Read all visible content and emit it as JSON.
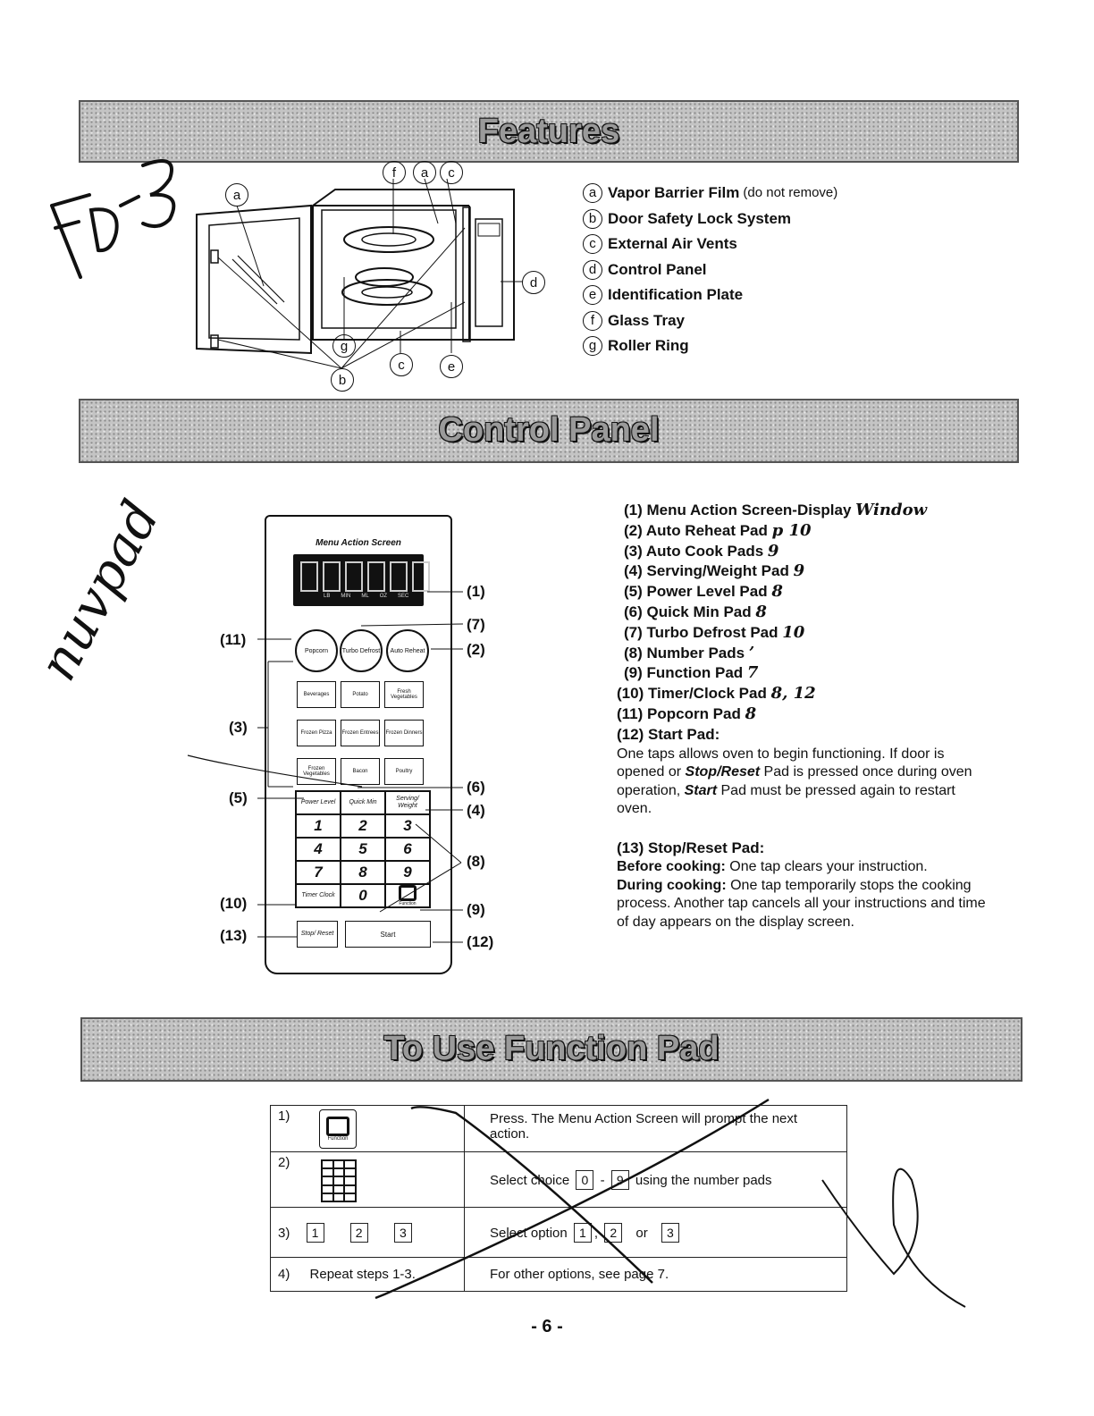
{
  "sections": {
    "features_title": "Features",
    "control_panel_title": "Control Panel",
    "function_pad_title": "To Use Function Pad"
  },
  "handwriting": {
    "page_code": "FD-3",
    "side_note": "nuvpad"
  },
  "features": {
    "items": [
      {
        "letter": "a",
        "label": "Vapor Barrier Film",
        "note": "(do not remove)"
      },
      {
        "letter": "b",
        "label": "Door Safety Lock System",
        "note": ""
      },
      {
        "letter": "c",
        "label": "External Air Vents",
        "note": ""
      },
      {
        "letter": "d",
        "label": "Control Panel",
        "note": ""
      },
      {
        "letter": "e",
        "label": "Identification Plate",
        "note": ""
      },
      {
        "letter": "f",
        "label": "Glass Tray",
        "note": ""
      },
      {
        "letter": "g",
        "label": "Roller Ring",
        "note": ""
      }
    ],
    "diagram_callouts": [
      "f",
      "a",
      "c",
      "a",
      "d",
      "g",
      "b",
      "c",
      "e"
    ]
  },
  "control_panel": {
    "items": [
      {
        "label": "(1) Menu Action Screen-Display",
        "hand": "Window"
      },
      {
        "label": "(2) Auto Reheat Pad",
        "hand": "p 10"
      },
      {
        "label": "(3) Auto Cook Pads",
        "hand": "9"
      },
      {
        "label": "(4) Serving/Weight Pad",
        "hand": "9"
      },
      {
        "label": "(5) Power Level Pad",
        "hand": "8"
      },
      {
        "label": "(6) Quick Min Pad",
        "hand": "8"
      },
      {
        "label": "(7) Turbo Defrost Pad",
        "hand": "10"
      },
      {
        "label": "(8) Number Pads",
        "hand": "’"
      },
      {
        "label": "(9) Function Pad",
        "hand": "7"
      },
      {
        "label": "(10) Timer/Clock Pad",
        "hand": "8, 12"
      },
      {
        "label": "(11) Popcorn Pad",
        "hand": "8"
      },
      {
        "label": "(12) Start Pad:",
        "hand": ""
      }
    ],
    "start_pad_desc": {
      "t1": "One taps allows oven to begin functioning. If door is opened or ",
      "b1": "Stop/Reset",
      "t2": " Pad is pressed once during oven operation, ",
      "b2": "Start",
      "t3": " Pad must be pressed again to restart oven."
    },
    "stop_reset": {
      "heading": "(13) Stop/Reset Pad:",
      "before_label": "Before cooking:",
      "before_text": " One tap clears your instruction.",
      "during_label": "During cooking:",
      "during_text": " One tap temporarily stops the cooking process. Another tap cancels all your instructions and time of day appears on the display screen."
    },
    "panel": {
      "screen_label": "Menu Action Screen",
      "display_units": [
        "LB",
        "MIN",
        "ML",
        "OZ",
        "SEC"
      ],
      "top_pads": [
        "Popcorn",
        "Turbo Defrost",
        "Auto Reheat"
      ],
      "cook_rows": [
        [
          "Beverages",
          "Potato",
          "Fresh Vegetables"
        ],
        [
          "Frozen Pizza",
          "Frozen Entrees",
          "Frozen Dinners"
        ],
        [
          "Frozen Vegetables",
          "Bacon",
          "Poultry"
        ]
      ],
      "mode_pads": [
        "Power Level",
        "Quick Min",
        "Serving/ Weight"
      ],
      "number_rows": [
        [
          "1",
          "2",
          "3"
        ],
        [
          "4",
          "5",
          "6"
        ],
        [
          "7",
          "8",
          "9"
        ]
      ],
      "timer_clock": "Timer Clock",
      "zero": "0",
      "function_label": "Function",
      "stop_reset": "Stop/ Reset",
      "start": "Start",
      "callouts": {
        "c1": "(1)",
        "c7": "(7)",
        "c2": "(2)",
        "c11": "(11)",
        "c3": "(3)",
        "c6": "(6)",
        "c5": "(5)",
        "c4": "(4)",
        "c8": "(8)",
        "c10": "(10)",
        "c9": "(9)",
        "c13": "(13)",
        "c12": "(12)"
      }
    }
  },
  "function_pad": {
    "rows": [
      {
        "step": "1)",
        "left_text": "",
        "instruction": "Press. The Menu Action Screen will prompt the next action."
      },
      {
        "step": "2)",
        "left_text": "",
        "instruction_pre": "Select choice",
        "box_a": "0",
        "dash": "-",
        "box_b": "9",
        "instruction_post": "using the number pads"
      },
      {
        "step": "3)",
        "boxes": [
          "1",
          "2",
          "3"
        ],
        "instruction_pre": "Select option",
        "opt1": "1",
        "opt2": "2",
        "or": "or",
        "opt3": "3"
      },
      {
        "step": "4)",
        "left_text": "Repeat steps 1-3.",
        "instruction": "For other options, see page 7."
      }
    ],
    "function_icon_label": "Function"
  },
  "page_number": "- 6 -"
}
